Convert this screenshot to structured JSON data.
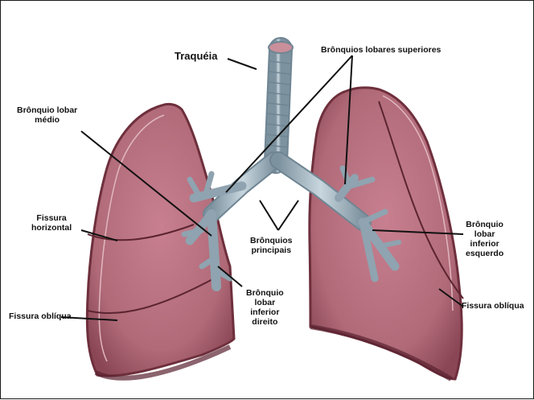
{
  "labels": {
    "trachea": "Traquéia",
    "upper_lobar": "Brônquios lobares superiores",
    "middle_lobar": "Brônquio lobar\nmédio",
    "horizontal_fissure": "Fissura\nhorizontal",
    "oblique_fissure_left": "Fissura oblíqua",
    "main_bronchi": "Brônquios\nprincipais",
    "lower_right": "Brônquio\nlobar\ninferior\ndireito",
    "lower_left": "Brônquio\nlobar\ninferior\nesquerdo",
    "oblique_fissure_right": "Fissura oblíqua"
  },
  "colors": {
    "lung_fill": "#b8707e",
    "lung_edge": "#6e2f3c",
    "lung_rim": "#c98f9a",
    "airway": "#a9bcc8",
    "airway_ring": "#6f8593",
    "line": "#111111"
  }
}
